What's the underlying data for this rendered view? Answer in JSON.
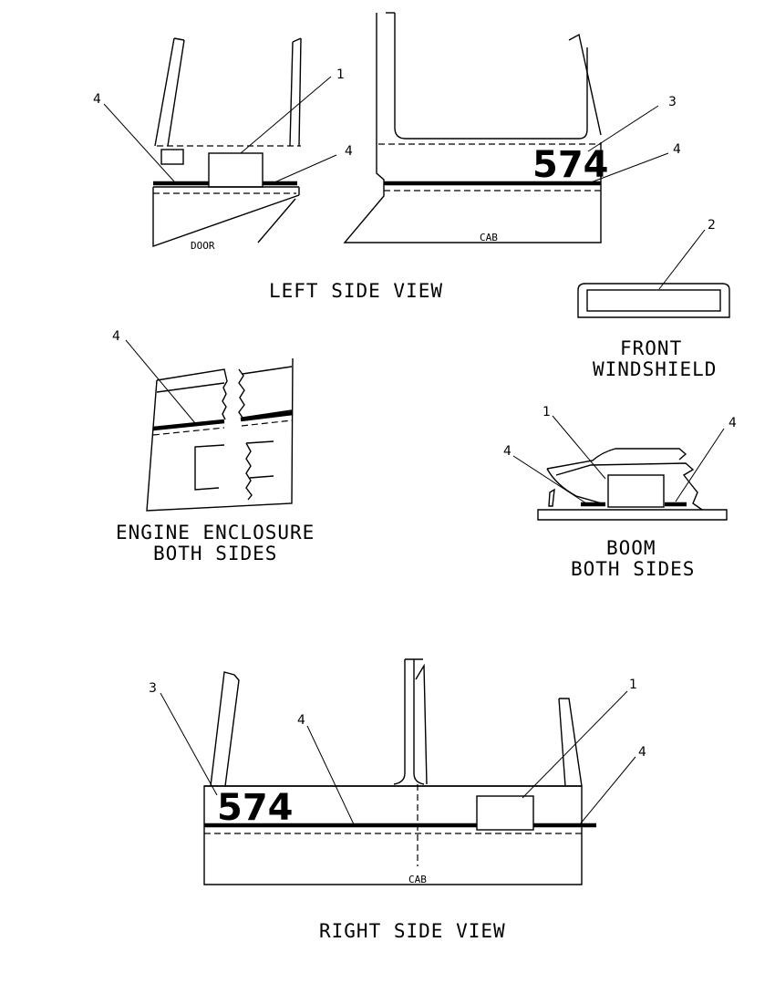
{
  "views": {
    "left_side": {
      "caption": "LEFT SIDE VIEW",
      "door_label": "DOOR",
      "cab_label": "CAB",
      "cab_number": "574",
      "callouts": [
        "4",
        "1",
        "4",
        "3",
        "4"
      ]
    },
    "front_windshield": {
      "caption_line1": "FRONT",
      "caption_line2": "WINDSHIELD",
      "callouts": [
        "2"
      ]
    },
    "engine_enclosure": {
      "caption_line1": "ENGINE ENCLOSURE",
      "caption_line2": "BOTH SIDES",
      "callouts": [
        "4"
      ]
    },
    "boom": {
      "caption_line1": "BOOM",
      "caption_line2": "BOTH SIDES",
      "callouts": [
        "1",
        "4",
        "4"
      ]
    },
    "right_side": {
      "caption": "RIGHT SIDE VIEW",
      "cab_label": "CAB",
      "cab_number": "574",
      "callouts": [
        "3",
        "4",
        "1",
        "4"
      ]
    }
  }
}
